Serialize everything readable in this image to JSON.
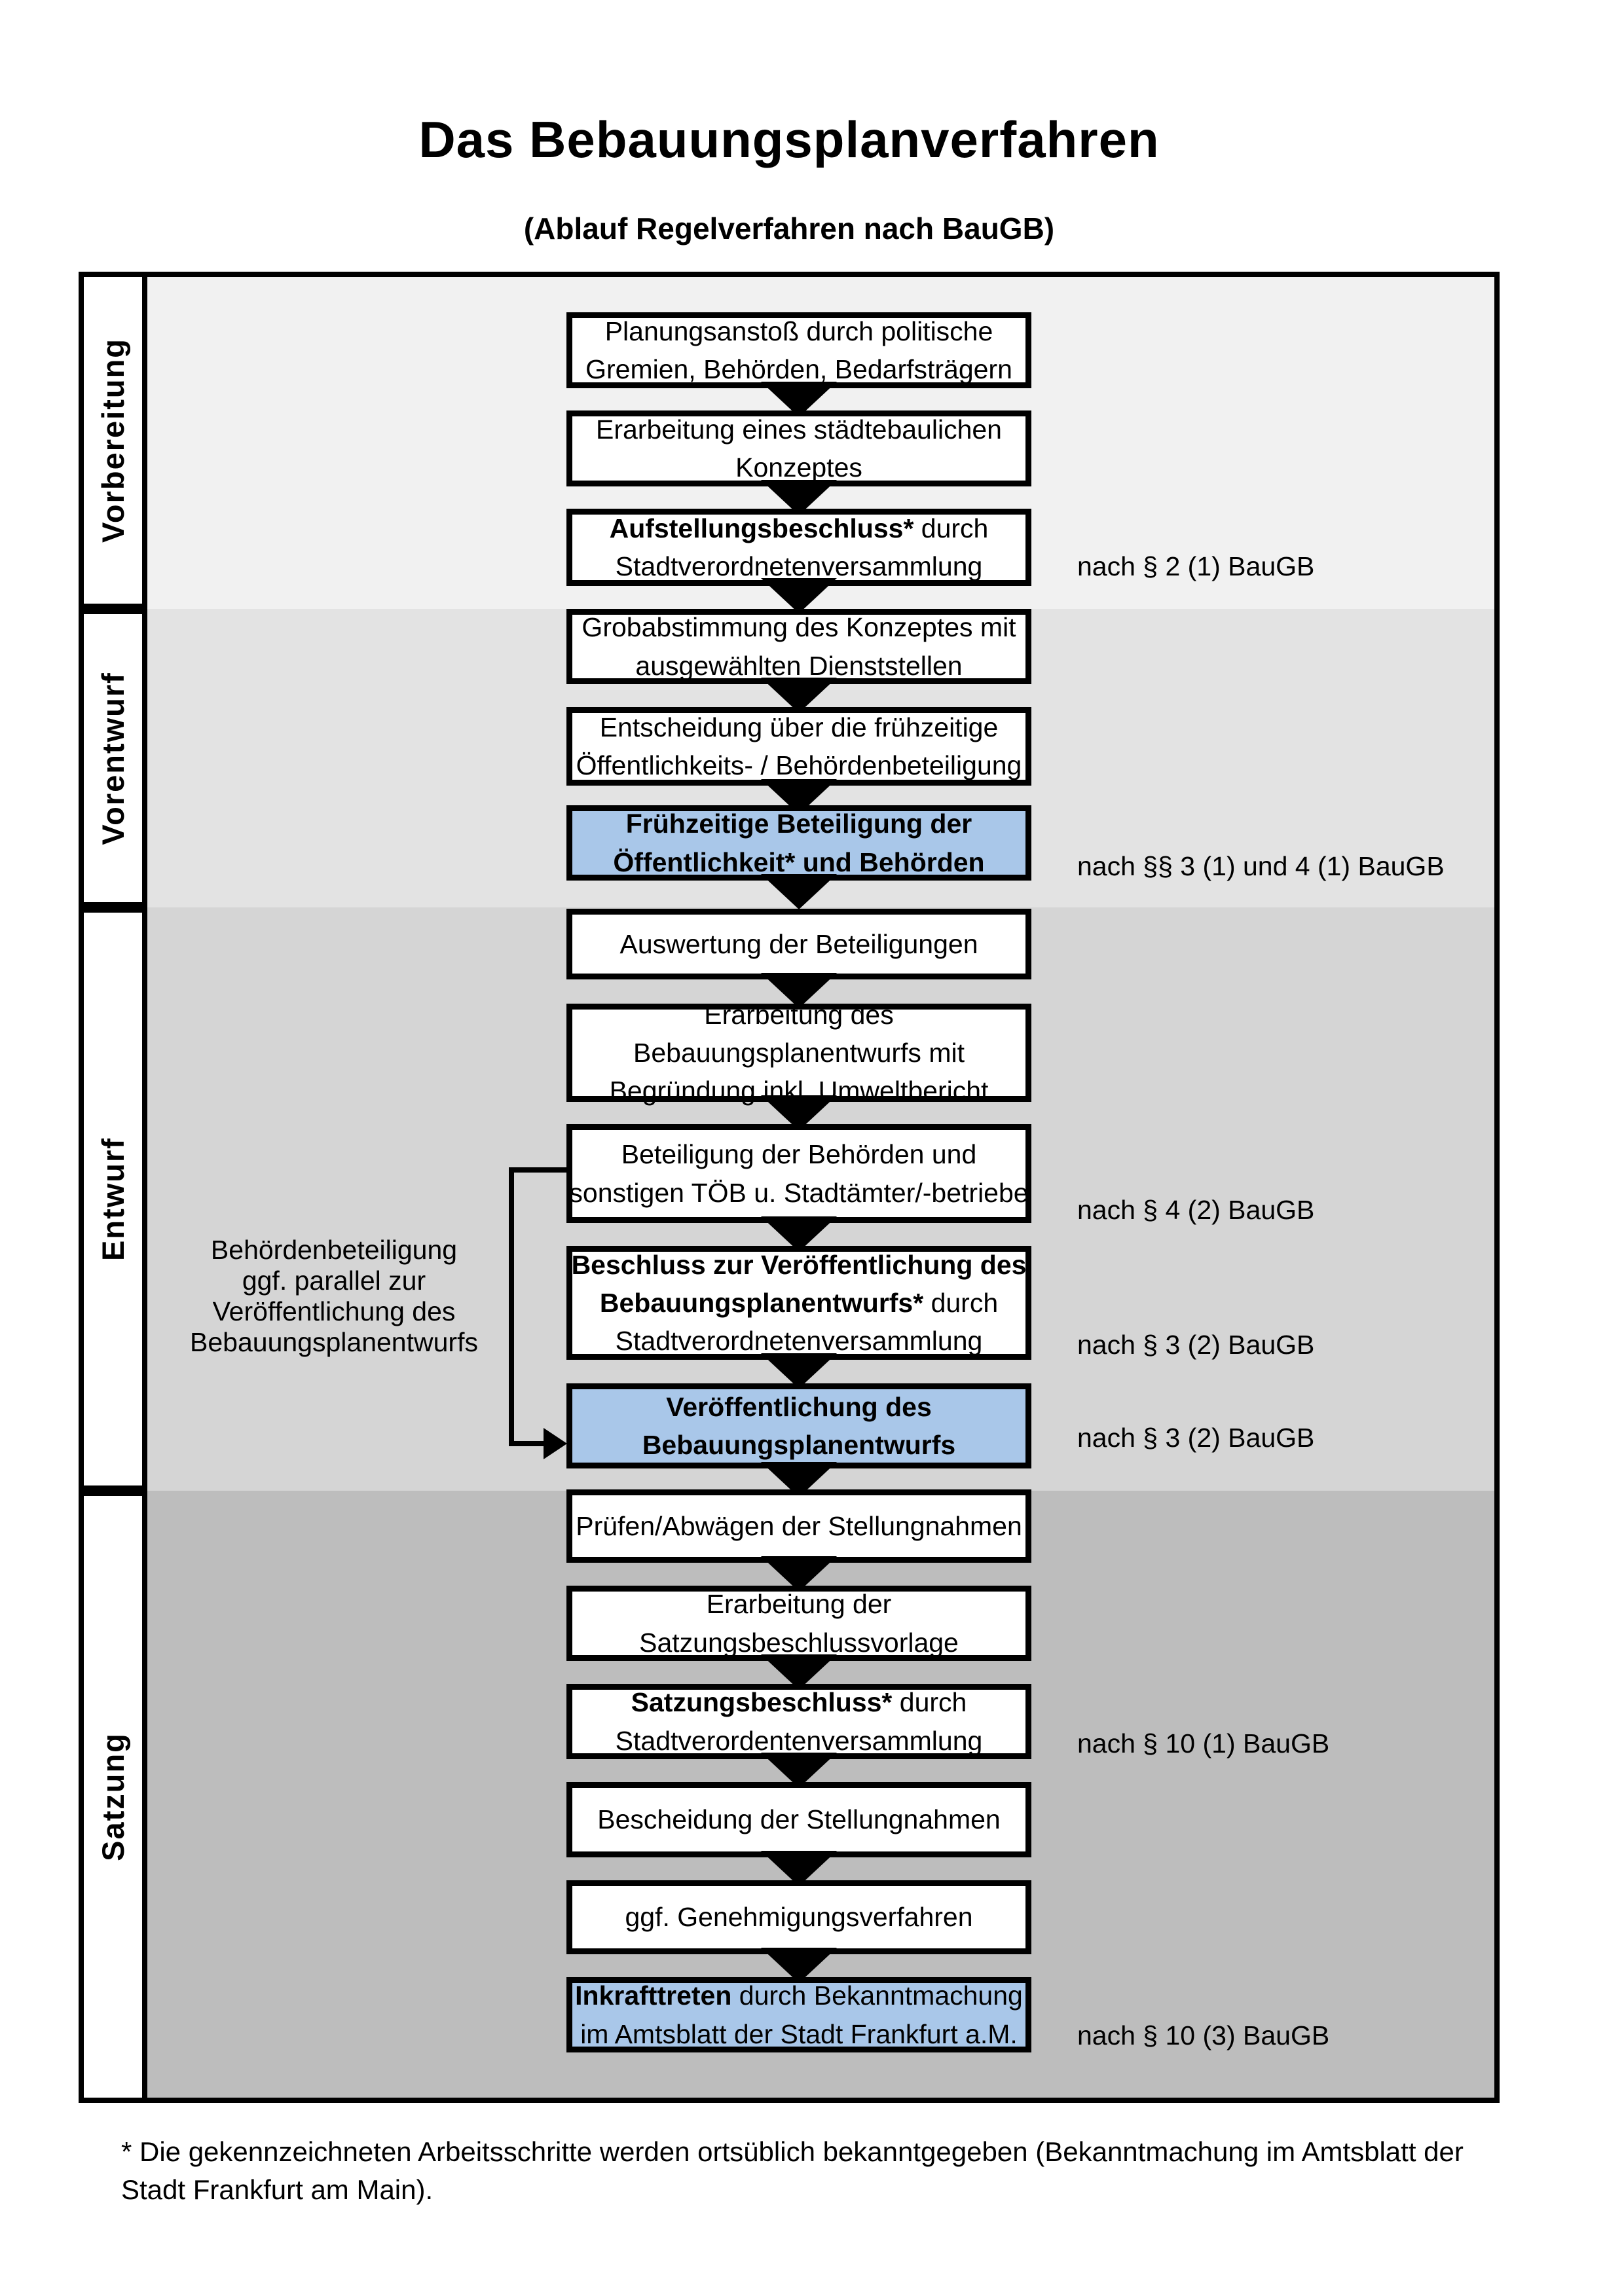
{
  "title": "Das Bebauungsplanverfahren",
  "subtitle": "(Ablauf Regelverfahren nach BauGB)",
  "colors": {
    "highlight_blue": "#a9c7e9",
    "phase_vorbereitung_bg": "#f1f1f1",
    "phase_vorentwurf_bg": "#e3e3e3",
    "phase_entwurf_bg": "#d5d5d5",
    "phase_satzung_bg": "#bdbdbd",
    "border": "#000000"
  },
  "phases": [
    {
      "label": "Vorbereitung"
    },
    {
      "label": "Vorentwurf"
    },
    {
      "label": "Entwurf"
    },
    {
      "label": "Satzung"
    }
  ],
  "steps": {
    "s1": {
      "l1": "Planungsanstoß durch politische",
      "l2": "Gremien, Behörden, Bedarfsträgern"
    },
    "s2": {
      "l1": "Erarbeitung eines städtebaulichen",
      "l2": "Konzeptes"
    },
    "s3": {
      "l1b": "Aufstellungsbeschluss*",
      "l1r": " durch",
      "l2": "Stadtverordnetenversammlung",
      "ref": "nach § 2 (1) BauGB"
    },
    "s4": {
      "l1": "Grobabstimmung des Konzeptes mit",
      "l2": "ausgewählten Dienststellen"
    },
    "s5": {
      "l1": "Entscheidung über die frühzeitige",
      "l2": "Öffentlichkeits- / Behördenbeteiligung"
    },
    "s6": {
      "l1": "Frühzeitige Beteiligung der",
      "l2": "Öffentlichkeit* und Behörden",
      "ref": "nach §§ 3 (1) und 4 (1) BauGB"
    },
    "s7": {
      "l1": "Auswertung der Beteiligungen"
    },
    "s8": {
      "l1": "Erarbeitung des",
      "l2": "Bebauungsplanentwurfs mit",
      "l3": "Begründung inkl. Umweltbericht"
    },
    "s9": {
      "l1": "Beteiligung der Behörden und",
      "l2": "sonstigen TÖB u. Stadtämter/-betriebe",
      "ref": "nach § 4 (2) BauGB"
    },
    "s10": {
      "l1b": "Beschluss zur Veröffentlichung des",
      "l2b": "Bebauungsplanentwurfs*",
      "l2r": " durch",
      "l3": "Stadtverordnetenversammlung",
      "ref": "nach § 3 (2) BauGB"
    },
    "s11": {
      "l1": "Veröffentlichung des",
      "l2": "Bebauungsplanentwurfs",
      "ref": "nach § 3 (2) BauGB"
    },
    "s12": {
      "l1": "Prüfen/Abwägen der Stellungnahmen"
    },
    "s13": {
      "l1": "Erarbeitung der",
      "l2": "Satzungsbeschlussvorlage"
    },
    "s14": {
      "l1b": "Satzungsbeschluss*",
      "l1r": " durch",
      "l2": "Stadtverordentenversammlung",
      "ref": "nach § 10 (1) BauGB"
    },
    "s15": {
      "l1": "Bescheidung der Stellungnahmen"
    },
    "s16": {
      "l1": "ggf. Genehmigungsverfahren"
    },
    "s17": {
      "l1b": "Inkrafttreten",
      "l1r": " durch Bekanntmachung",
      "l2": "im Amtsblatt der Stadt Frankfurt a.M.",
      "ref": "nach § 10 (3) BauGB"
    }
  },
  "sidenote": {
    "l1": "Behördenbeteiligung",
    "l2": "ggf. parallel zur",
    "l3": "Veröffentlichung des",
    "l4": "Bebauungsplanentwurfs"
  },
  "footnote": "* Die gekennzeichneten Arbeitsschritte werden ortsüblich bekanntgegeben (Bekanntmachung im Amtsblatt  der Stadt Frankfurt am Main)."
}
